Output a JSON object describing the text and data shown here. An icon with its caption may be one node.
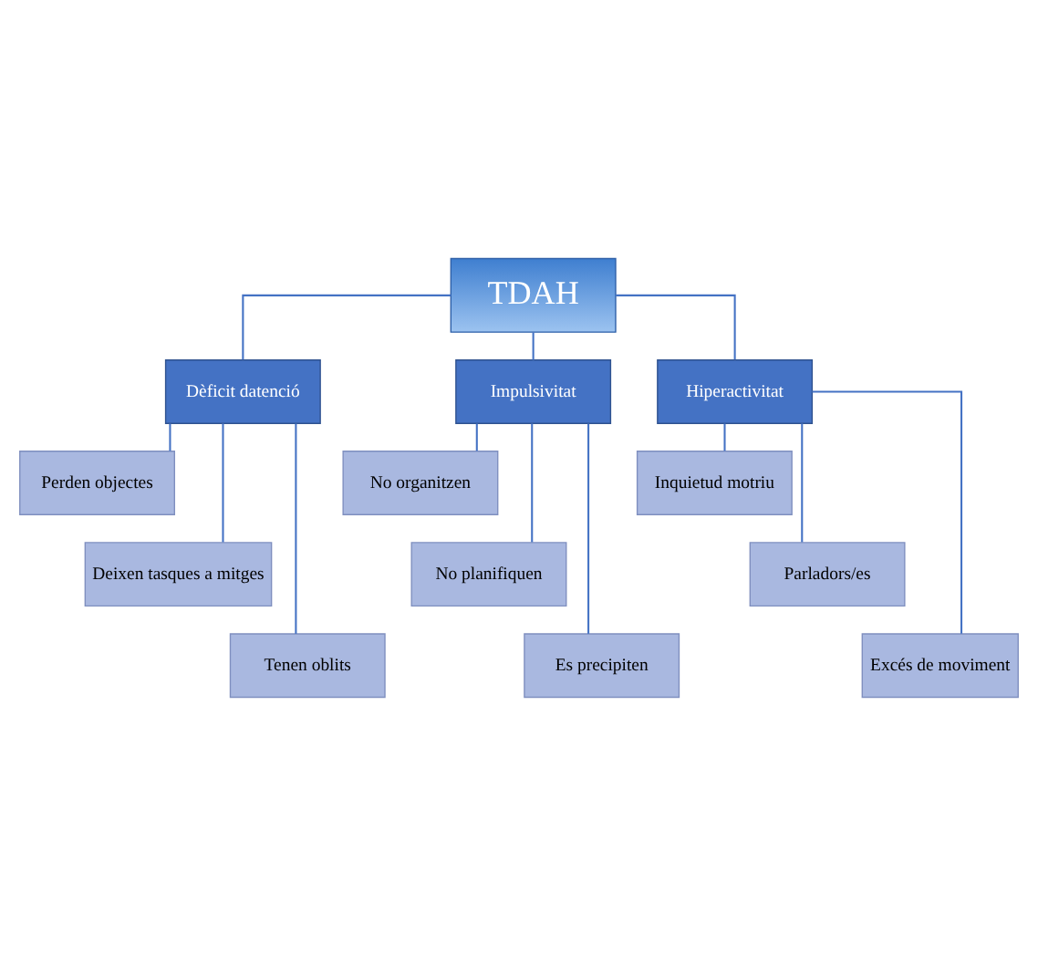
{
  "diagram": {
    "nodes": [
      {
        "text": [
          "TDAH"
        ]
      },
      {
        "text": [
          "Dèficit datenció"
        ]
      },
      {
        "text": [
          "Impulsivitat"
        ]
      },
      {
        "text": [
          "Hiperactivitat"
        ]
      },
      {
        "text": [
          "Perden objectes"
        ]
      },
      {
        "text": [
          "Deixen tasques a mitges"
        ]
      },
      {
        "text": [
          "Tenen oblits"
        ]
      },
      {
        "text": [
          "No organitzen"
        ]
      },
      {
        "text": [
          "No planifiquen"
        ]
      },
      {
        "text": [
          "Es precipiten"
        ]
      },
      {
        "text": [
          "Inquietud motriu"
        ]
      },
      {
        "text": [
          "Parladors/es"
        ]
      },
      {
        "text": [
          "Excés de moviment"
        ]
      }
    ],
    "edges": [
      {
        "from": 0,
        "to": 1,
        "arrow": "none"
      },
      {
        "from": 0,
        "to": 2,
        "arrow": "none"
      },
      {
        "from": 0,
        "to": 3,
        "arrow": "none"
      },
      {
        "from": 1,
        "to": 4,
        "arrow": "none"
      },
      {
        "from": 1,
        "to": 5,
        "arrow": "none"
      },
      {
        "from": 1,
        "to": 6,
        "arrow": "none"
      },
      {
        "from": 2,
        "to": 7,
        "arrow": "none"
      },
      {
        "from": 2,
        "to": 8,
        "arrow": "none"
      },
      {
        "from": 2,
        "to": 9,
        "arrow": "none"
      },
      {
        "from": 3,
        "to": 10,
        "arrow": "none"
      },
      {
        "from": 3,
        "to": 11,
        "arrow": "none"
      },
      {
        "from": 3,
        "to": 12,
        "arrow": "none"
      }
    ]
  }
}
